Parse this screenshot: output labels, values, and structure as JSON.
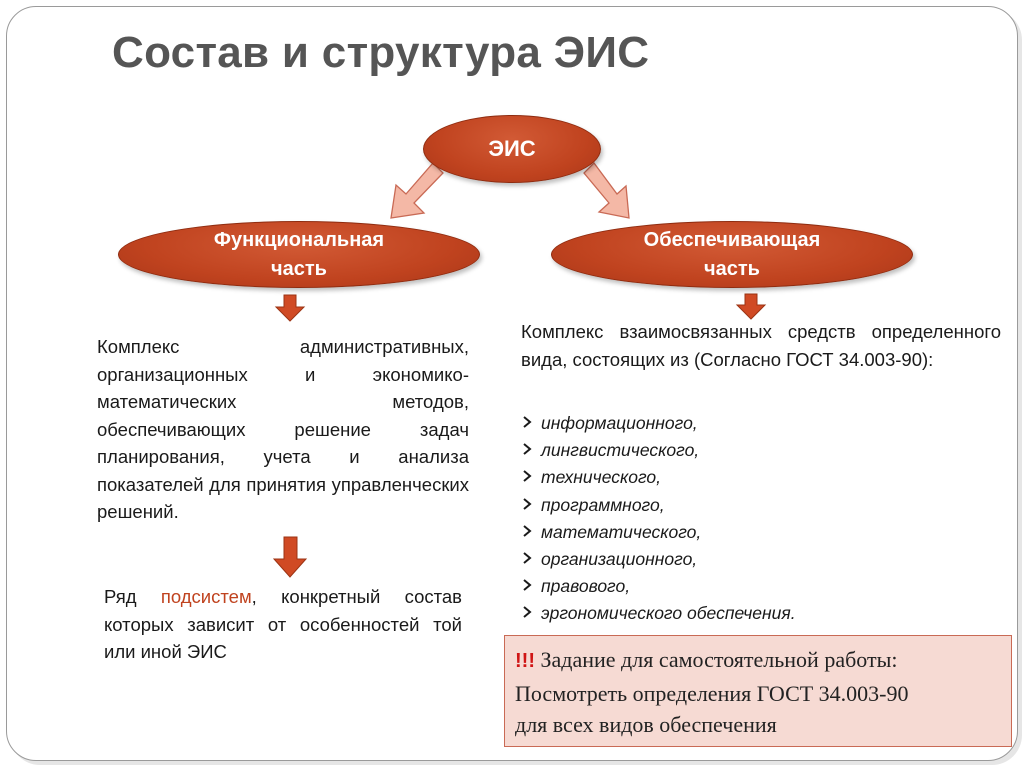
{
  "title": "Состав и структура ЭИС",
  "nodes": {
    "root": "ЭИС",
    "functional": {
      "line1": "Функциональная",
      "line2": "часть"
    },
    "supporting": {
      "line1": "Обеспечивающая",
      "line2": "часть"
    }
  },
  "functional_desc": "Комплекс административных, организационных и экономико-математических методов, обеспечивающих решение задач планирования, учета и анализа показателей для принятия управленческих решений.",
  "subsystems": {
    "prefix": "Ряд ",
    "highlight": "подсистем",
    "rest": ", конкретный состав которых зависит от особенностей той или иной ЭИС"
  },
  "supporting_desc": "Комплекс взаимосвязанных средств определенного вида, состоящих из (Согласно ГОСТ 34.003-90):",
  "supporting_items": [
    "информационного,",
    "лингвистического,",
    "технического,",
    "программного,",
    "математического,",
    "организационного,",
    "правового,",
    "эргономического обеспечения."
  ],
  "task": {
    "marker": "!!!",
    "line1": " Задание для самостоятельной работы:",
    "line2": "Посмотреть определения ГОСТ 34.003-90",
    "line3": "для всех видов обеспечения"
  },
  "colors": {
    "accent": "#c0431f",
    "arrow_light": "#f4b8a6",
    "title": "#555555",
    "task_bg": "#f6dad3",
    "task_marker": "#d01515"
  },
  "icons": {
    "list_marker": "chevron-right-icon"
  }
}
